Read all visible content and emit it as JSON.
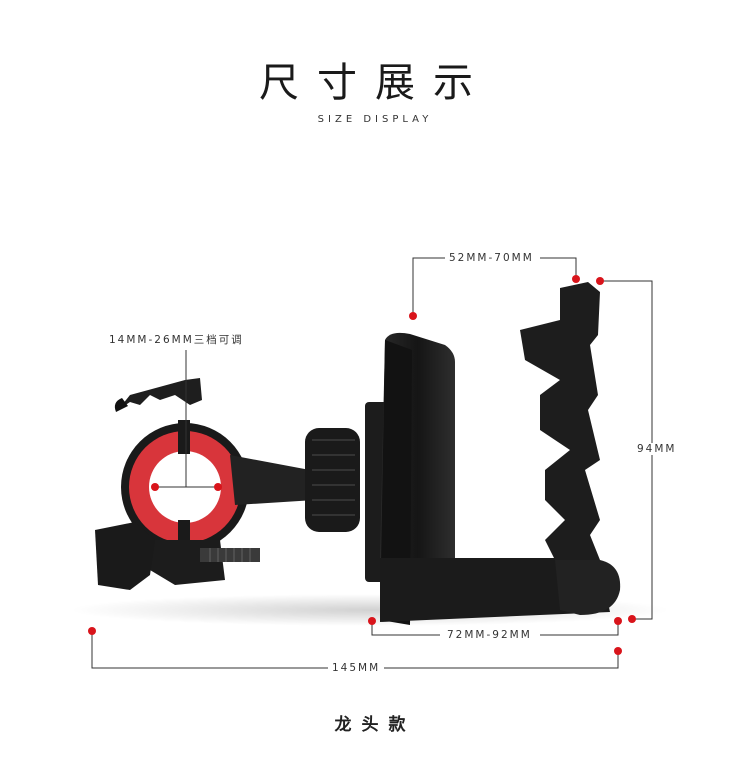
{
  "title": "尺寸展示",
  "subtitle": "SIZE DISPLAY",
  "caption": "龙头款",
  "dimensions": {
    "clamp_range": "14MM-26MM三档可调",
    "grip_width": "52MM-70MM",
    "height": "94MM",
    "base_width": "72MM-92MM",
    "total_length": "145MM"
  },
  "colors": {
    "accent_red": "#d9141b",
    "rubber_red": "#d8353b",
    "product_black": "#1c1c1c"
  }
}
